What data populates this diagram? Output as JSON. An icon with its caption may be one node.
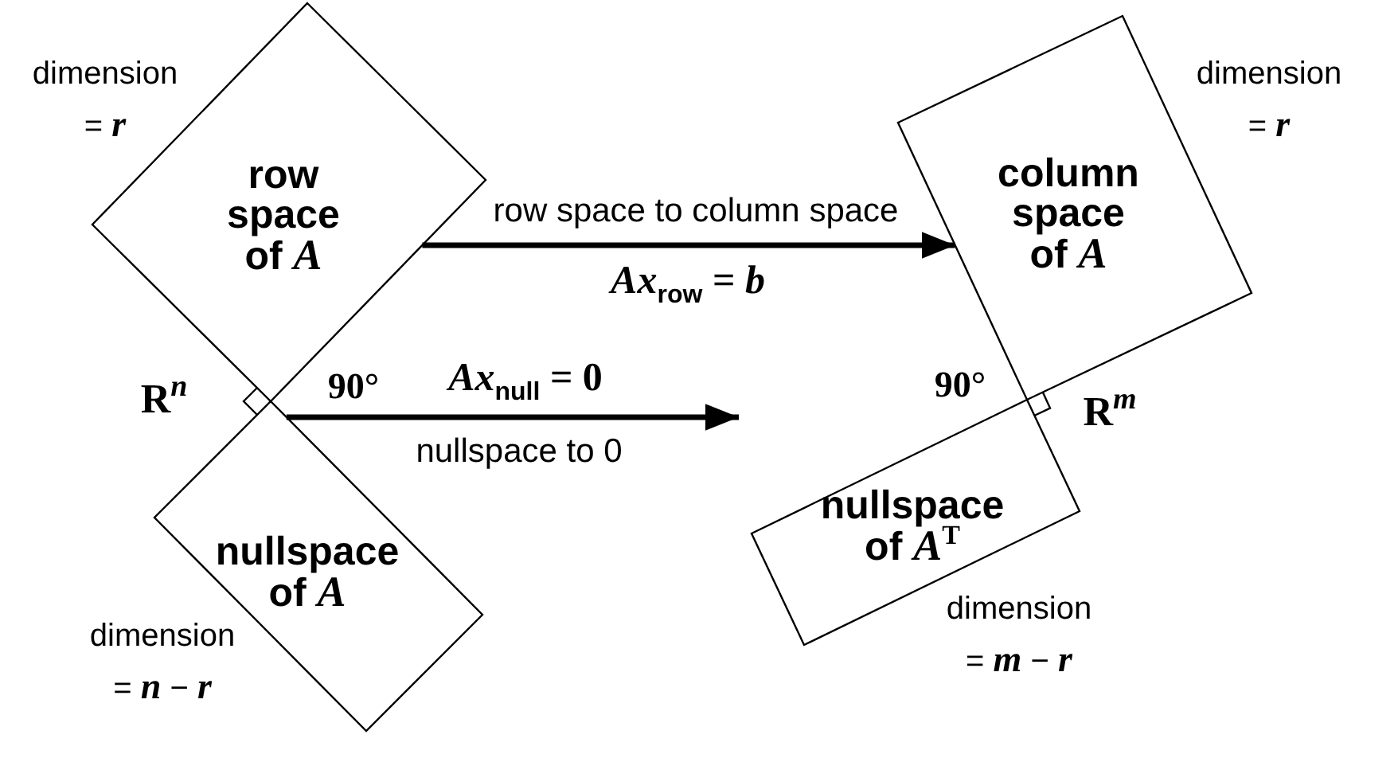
{
  "diagram": {
    "nodes": [
      {
        "text": [
          "row space of *A*"
        ],
        "beside": [
          "dimension = *r*"
        ]
      },
      {
        "text": [
          "nullspace of *A*"
        ],
        "beside": [
          "dimension = *n* − *r*"
        ]
      },
      {
        "text": [
          "column space of *A*"
        ],
        "beside": [
          "dimension = *r*"
        ]
      },
      {
        "text": [
          "nullspace of *A*$^{T}$"
        ],
        "beside": [
          "dimension = *m* − *r*"
        ]
      }
    ],
    "edges": [
      {
        "from": 0,
        "to": 2,
        "arrow": "to",
        "label": "row space to column space"
      },
      {
        "from": 1,
        "to": null,
        "arrow": "to",
        "label": "nullspace to 0"
      }
    ],
    "labels": [
      "*Ax*$_{row}$ = *b*",
      "R$^{n}$",
      "90°",
      "*Ax*$_{null}$ = 0",
      "90°",
      "R$^{m}$"
    ]
  }
}
